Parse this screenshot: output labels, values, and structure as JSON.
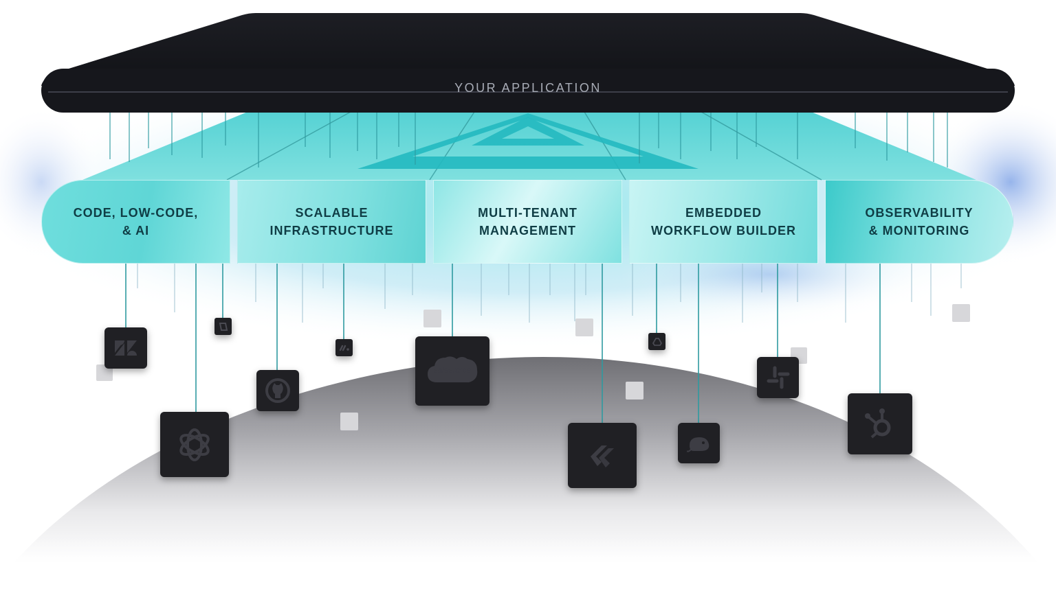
{
  "app": {
    "title": "YOUR APPLICATION"
  },
  "colors": {
    "teal": "#5fd6d6",
    "dark_bar": "#17181d",
    "pill_text": "#0f3d45",
    "icon_tile": "#202024",
    "icon_glyph": "#3d3d44"
  },
  "capabilities": [
    {
      "label": "CODE, LOW-CODE,\n& AI"
    },
    {
      "label": "SCALABLE\nINFRASTRUCTURE"
    },
    {
      "label": "MULTI-TENANT\nMANAGEMENT"
    },
    {
      "label": "EMBEDDED\nWORKFLOW BUILDER"
    },
    {
      "label": "OBSERVABILITY\n& MONITORING"
    }
  ],
  "integrations": {
    "salesforce_label": "salesforce",
    "icons": [
      "zendesk-icon",
      "openai-icon",
      "make-icon",
      "github-icon",
      "monday-icon",
      "salesforce-icon",
      "jira-icon",
      "google-drive-icon",
      "digitalocean-icon",
      "slack-icon",
      "hubspot-icon"
    ]
  }
}
